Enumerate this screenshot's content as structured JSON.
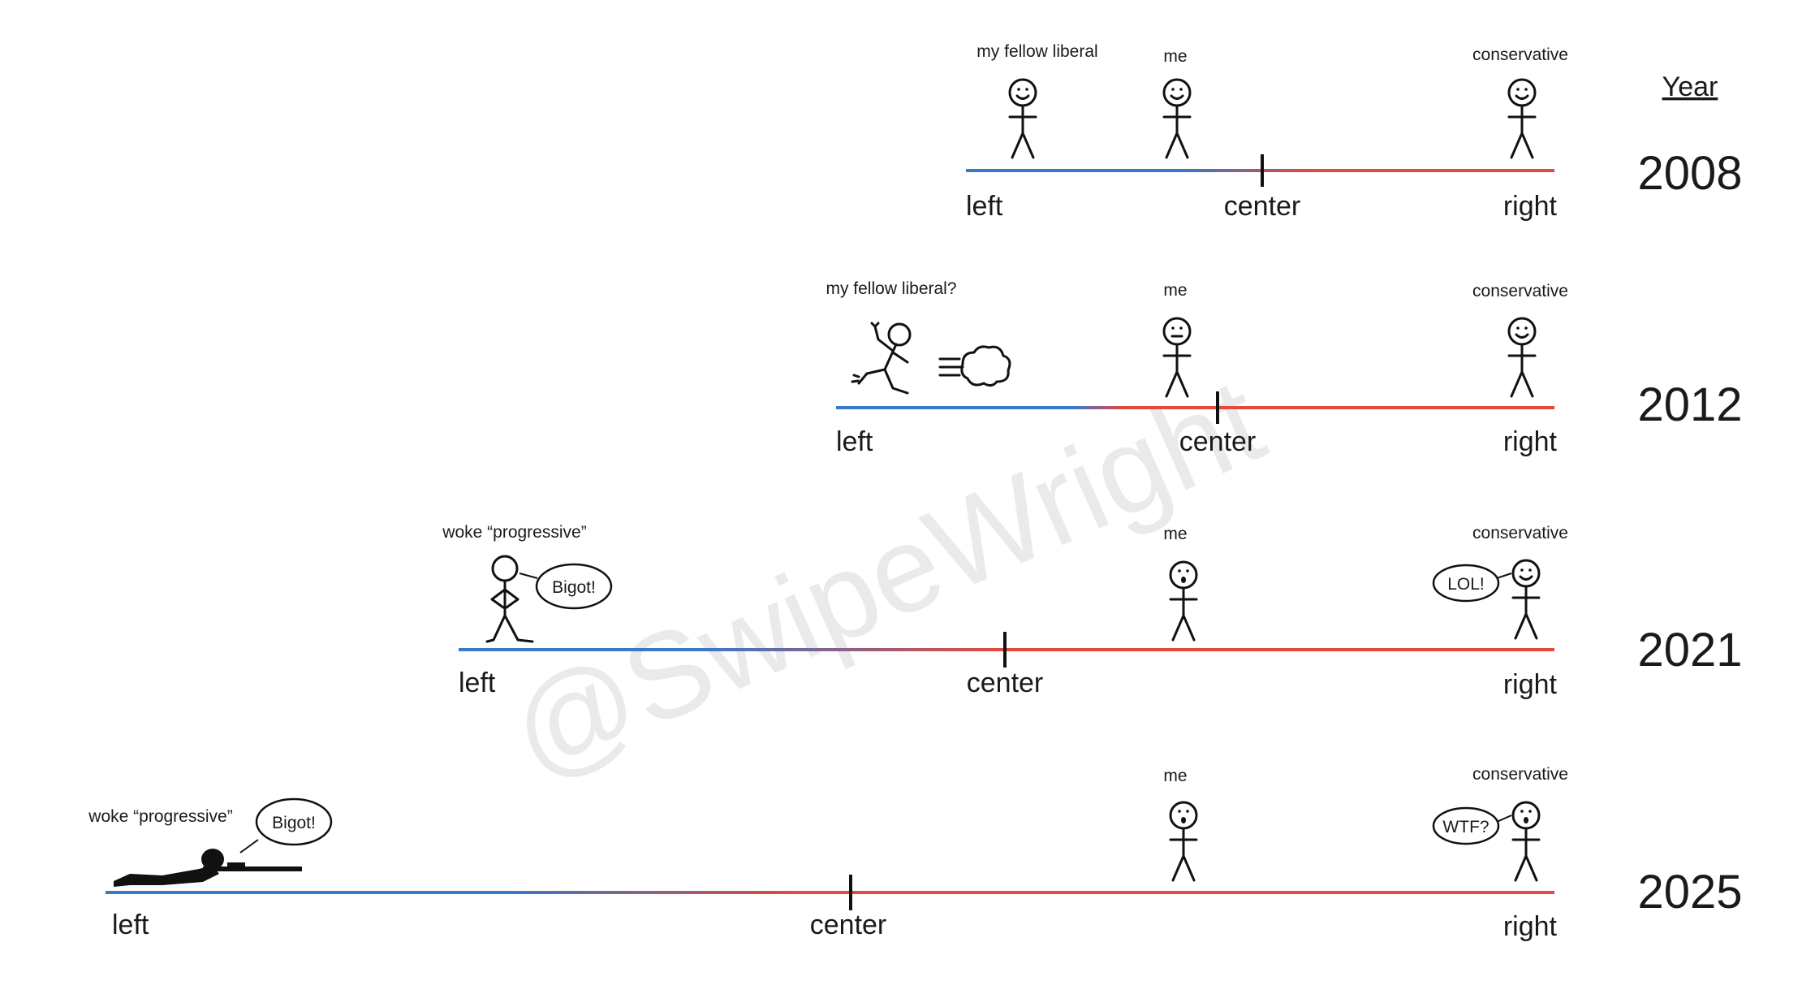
{
  "year_header": "Year",
  "watermark": "@SwipeWright",
  "rows": [
    {
      "year": "2008",
      "axis": {
        "left": "left",
        "center": "center",
        "right": "right"
      },
      "figures": {
        "left": "my fellow liberal",
        "me": "me",
        "right": "conservative"
      }
    },
    {
      "year": "2012",
      "axis": {
        "left": "left",
        "center": "center",
        "right": "right"
      },
      "figures": {
        "left": "my fellow liberal?",
        "me": "me",
        "right": "conservative"
      }
    },
    {
      "year": "2021",
      "axis": {
        "left": "left",
        "center": "center",
        "right": "right"
      },
      "figures": {
        "left": "woke “progressive”",
        "me": "me",
        "right": "conservative"
      },
      "bubbles": {
        "left": "Bigot!",
        "right": "LOL!"
      }
    },
    {
      "year": "2025",
      "axis": {
        "left": "left",
        "center": "center",
        "right": "right"
      },
      "figures": {
        "left": "woke “progressive”",
        "me": "me",
        "right": "conservative"
      },
      "bubbles": {
        "left": "Bigot!",
        "right": "WTF?"
      }
    }
  ],
  "colors": {
    "left": "#3a78c8",
    "right": "#e04a3f",
    "tick": "#111111"
  }
}
